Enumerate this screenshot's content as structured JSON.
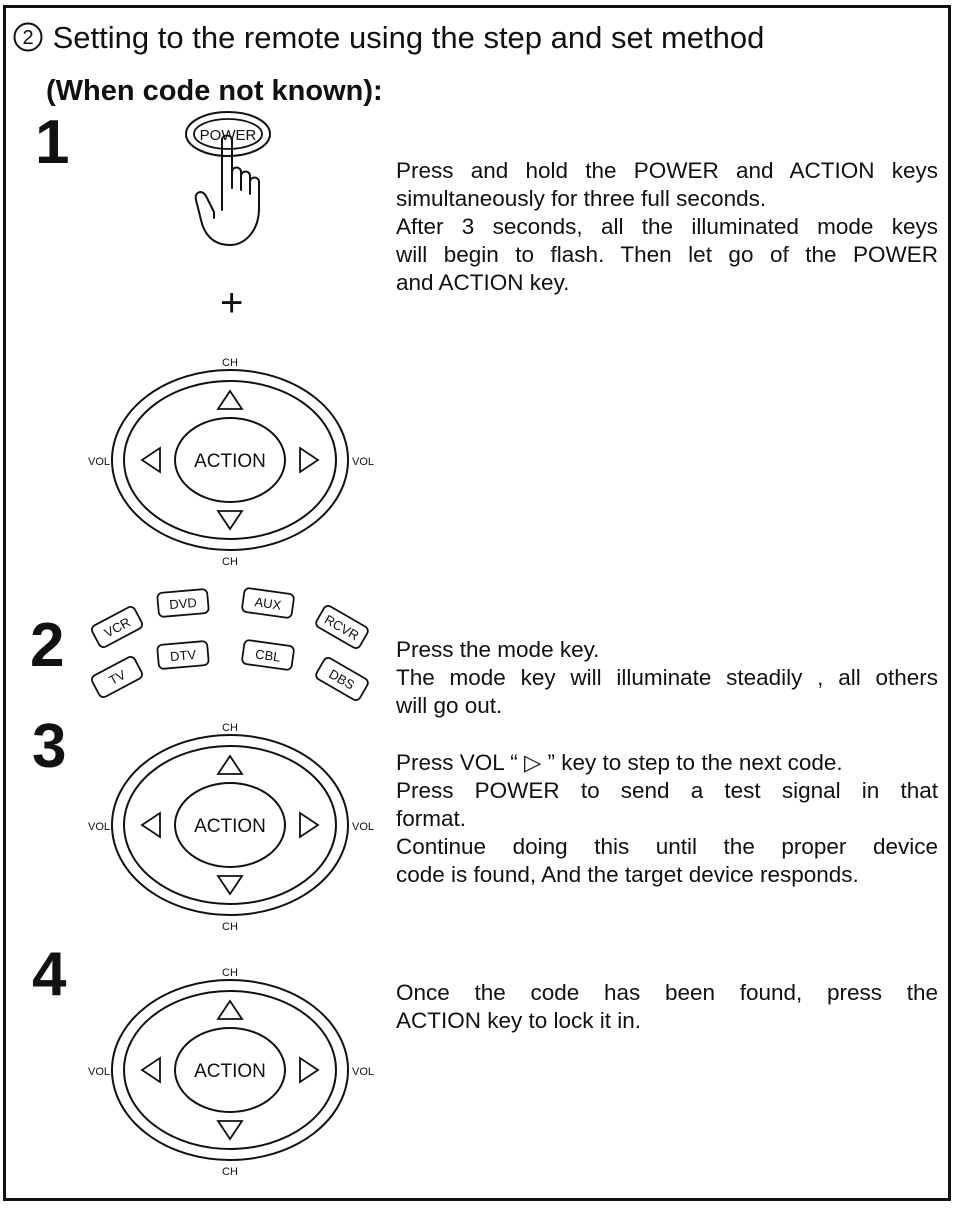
{
  "heading": {
    "circled_number": "2",
    "title": "Setting to the remote using the step and set method",
    "subtitle": "(When code not known):"
  },
  "keypad_labels": {
    "ch": "CH",
    "vol": "VOL",
    "action": "ACTION"
  },
  "power_key_label": "POWER",
  "plus_sign": "+",
  "mode_keys": [
    "VCR",
    "DVD",
    "AUX",
    "RCVR",
    "TV",
    "DTV",
    "CBL",
    "DBS"
  ],
  "steps": [
    {
      "number": "1",
      "lines": [
        "Press and hold the POWER and ACTION keys",
        "simultaneously for three full seconds.",
        "After 3 seconds, all the illuminated mode keys",
        "will begin to flash. Then let go of the POWER",
        "and ACTION key."
      ]
    },
    {
      "number": "2",
      "lines": [
        "Press the mode key.",
        "The mode key will illuminate steadily , all others",
        "will go out."
      ]
    },
    {
      "number": "3",
      "lines": [
        "Press VOL “ ▷ ” key to step to the next code.",
        "Press POWER to send a test signal in that",
        "format.",
        "Continue doing this until the proper device",
        "code is found, And the target device responds."
      ]
    },
    {
      "number": "4",
      "lines": [
        "Once the code has been found, press the",
        "ACTION key to lock it in."
      ]
    }
  ]
}
